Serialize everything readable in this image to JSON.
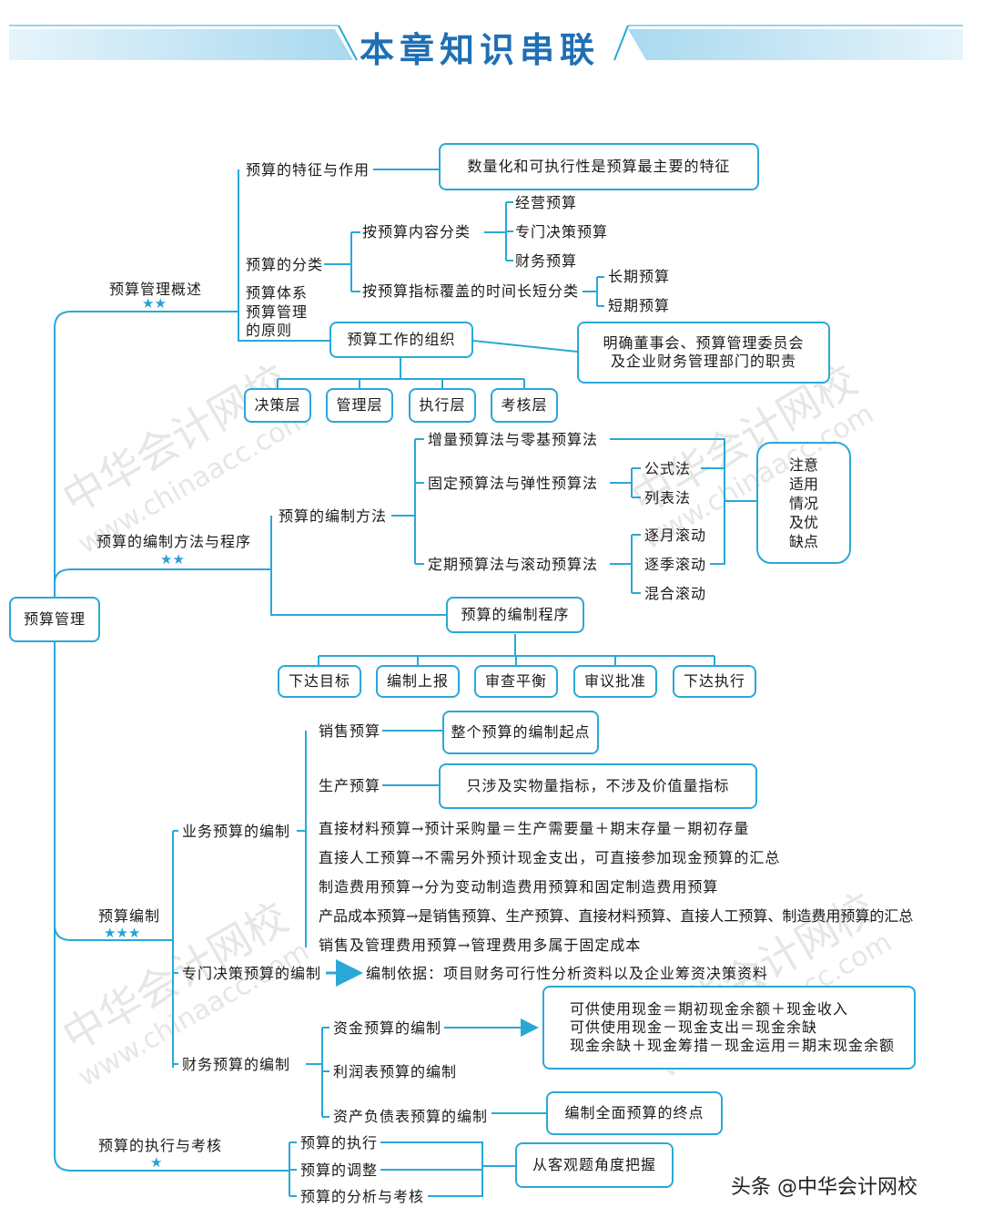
{
  "header": {
    "title": "本章知识串联"
  },
  "root": {
    "label": "预算管理"
  },
  "overview": {
    "label": "预算管理概述",
    "stars": "★★",
    "features": "预算的特征与作用",
    "features_note": "数量化和可执行性是预算最主要的特征",
    "classification": "预算的分类",
    "by_content": "按预算内容分类",
    "content_items": [
      "经营预算",
      "专门决策预算",
      "财务预算"
    ],
    "by_time": "按预算指标覆盖的时间长短分类",
    "time_items": [
      "长期预算",
      "短期预算"
    ],
    "system": "预算体系",
    "principles_1": "预算管理",
    "principles_2": "的原则",
    "organization": "预算工作的组织",
    "org_note_1": "明确董事会、预算管理委员会",
    "org_note_2": "及企业财务管理部门的职责",
    "levels": [
      "决策层",
      "管理层",
      "执行层",
      "考核层"
    ]
  },
  "methods": {
    "label": "预算的编制方法与程序",
    "stars": "★★",
    "methods_label": "预算的编制方法",
    "pairs": [
      "增量预算法与零基预算法",
      "固定预算法与弹性预算法",
      "定期预算法与滚动预算法"
    ],
    "formula_items": [
      "公式法",
      "列表法"
    ],
    "rolling_items": [
      "逐月滚动",
      "逐季滚动",
      "混合滚动"
    ],
    "notes": [
      "注意",
      "适用",
      "情况",
      "及优",
      "缺点"
    ],
    "procedure": "预算的编制程序",
    "steps": [
      "下达目标",
      "编制上报",
      "审查平衡",
      "审议批准",
      "下达执行"
    ]
  },
  "compile": {
    "label": "预算编制",
    "stars": "★★★",
    "business": "业务预算的编制",
    "sales": "销售预算",
    "sales_note": "整个预算的编制起点",
    "production": "生产预算",
    "production_note": "只涉及实物量指标，不涉及价值量指标",
    "lines": [
      "直接材料预算→预计采购量＝生产需要量＋期末存量－期初存量",
      "直接人工预算→不需另外预计现金支出，可直接参加现金预算的汇总",
      "制造费用预算→分为变动制造费用预算和固定制造费用预算",
      "产品成本预算→是销售预算、生产预算、直接材料预算、直接人工预算、制造费用预算的汇总",
      "销售及管理费用预算→管理费用多属于固定成本"
    ],
    "special": "专门决策预算的编制",
    "special_basis": "编制依据：项目财务可行性分析资料以及企业筹资决策资料",
    "financial": "财务预算的编制",
    "cash": "资金预算的编制",
    "cash_formulas": [
      "可供使用现金＝期初现金余额＋现金收入",
      "可供使用现金－现金支出＝现金余缺",
      "现金余缺＋现金筹措－现金运用＝期末现金余额"
    ],
    "income": "利润表预算的编制",
    "balance": "资产负债表预算的编制",
    "balance_note": "编制全面预算的终点"
  },
  "execution": {
    "label": "预算的执行与考核",
    "stars": "★",
    "items": [
      "预算的执行",
      "预算的调整",
      "预算的分析与考核"
    ],
    "note": "从客观题角度把握"
  },
  "watermark": {
    "cn": "中华会计网校",
    "en": "www.chinaacc.com"
  },
  "footer": {
    "text": "头条 @中华会计网校"
  }
}
